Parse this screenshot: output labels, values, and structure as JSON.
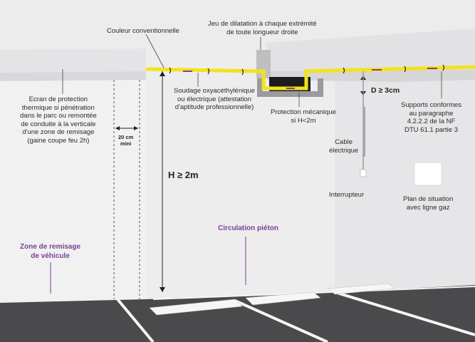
{
  "labels": {
    "couleur": "Couleur conventionnelle",
    "jeu": "Jeu de dilatation à chaque extrémité\nde toute longueur droite",
    "ecran": "Ecran de protection\nthermique si pénétration\ndans le parc ou remontée\nde conduite à la verticale\nd'une zone de remisage\n(gaine coupe feu 2h)",
    "soudage": "Soudage oxyacéthylénique\nou électrique (attestation\nd'aptitude professionnelle)",
    "protection": "Protection mécanique\nsi H<2m",
    "d_dist": "D ≥ 3cm",
    "supports": "Supports conformes\nau paragraphe\n4.2.2.2 de la NF\nDTU 61.1 partie 3",
    "dim_20": "20 cm\nmini",
    "hauteur": "H ≥ 2m",
    "cable": "Cable\nélectrique",
    "interrupteur": "Interrupteur",
    "plan": "Plan de situation\navec ligne gaz",
    "circulation": "Circulation piéton",
    "zone": "Zone de remisage\nde véhicule"
  },
  "colors": {
    "pipe": "#f2e31c",
    "accent": "#7a3f96",
    "floor": "#4a4a4c",
    "wall": "#e9e9ea"
  }
}
